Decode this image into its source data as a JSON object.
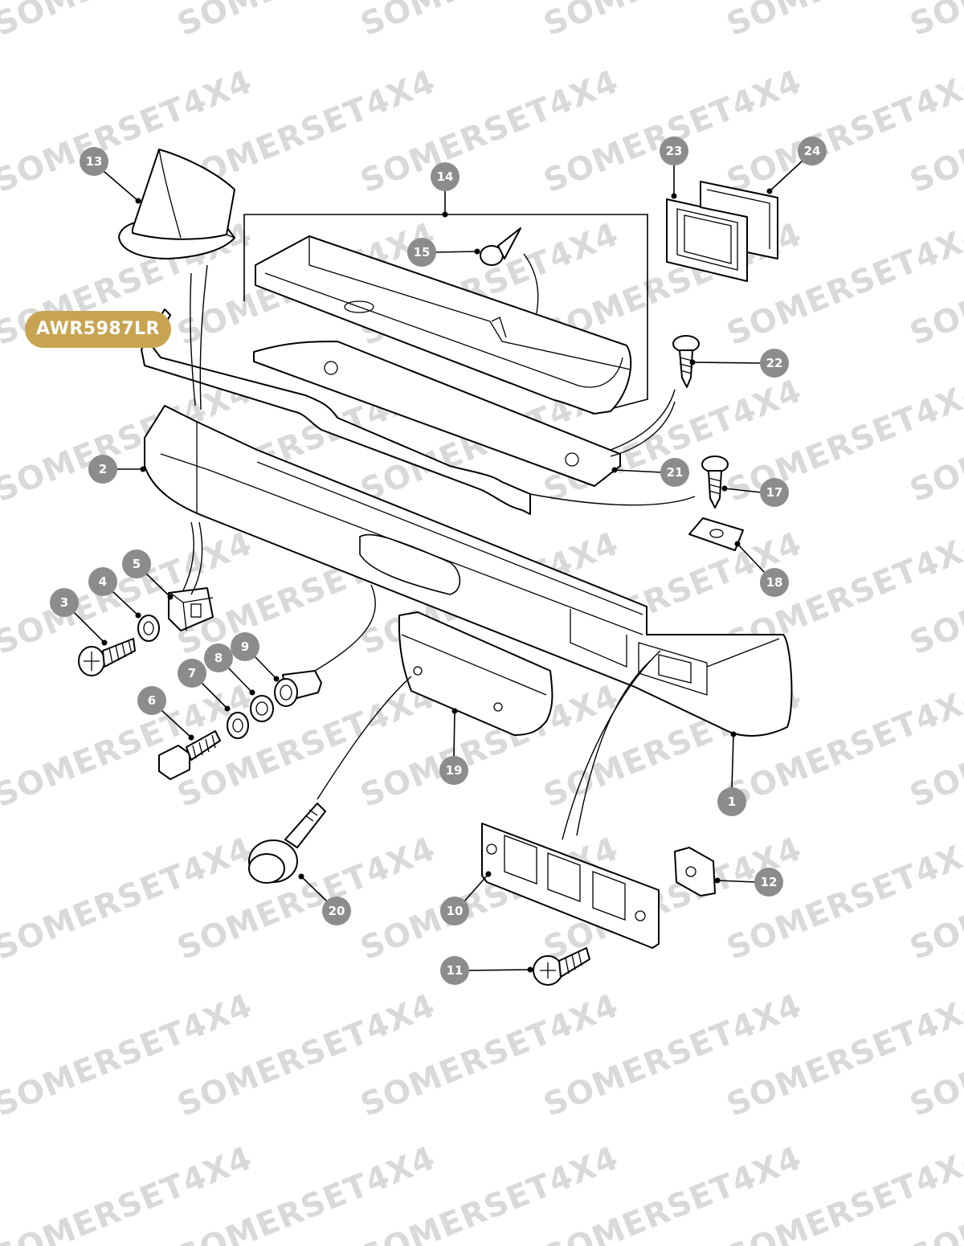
{
  "watermark": {
    "text": "SOMERSET4X4",
    "color": "#d9d9d9"
  },
  "badge": {
    "text": "AWR5987LR",
    "color": "#c8a451"
  },
  "callouts": [
    "1",
    "2",
    "3",
    "4",
    "5",
    "6",
    "7",
    "8",
    "9",
    "10",
    "11",
    "12",
    "13",
    "14",
    "15",
    "17",
    "18",
    "19",
    "20",
    "21",
    "22",
    "23",
    "24"
  ],
  "colors": {
    "callout_fill": "#8c8c8c",
    "callout_text": "#ffffff",
    "line": "#000000"
  }
}
